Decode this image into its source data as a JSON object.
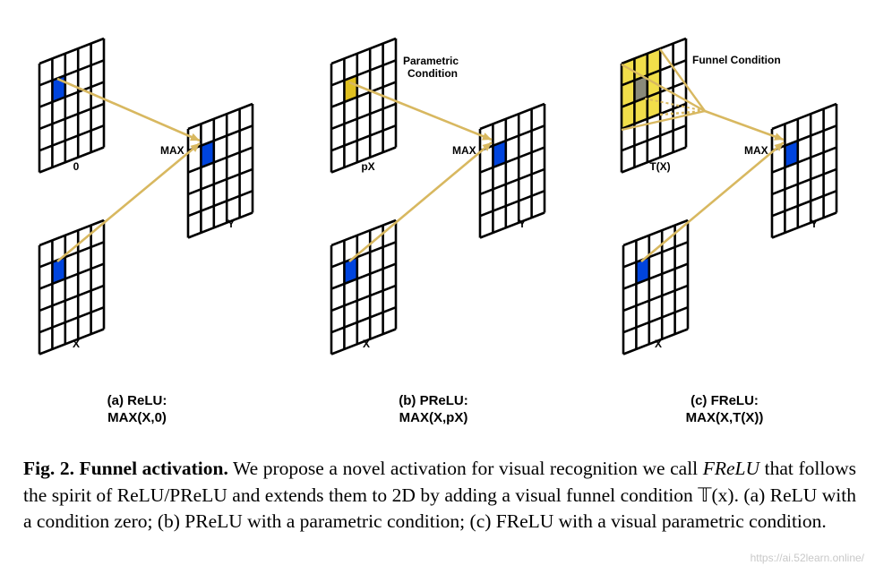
{
  "panel_a": {
    "grid_labels": [
      "0",
      "X",
      "Y"
    ],
    "max_label": "MAX",
    "subcaption": [
      "(a) ReLU:",
      "MAX(X,0)"
    ]
  },
  "panel_b": {
    "grid_labels": [
      "pX",
      "X",
      "Y"
    ],
    "max_label": "MAX",
    "condition_label": [
      "Parametric",
      "Condition"
    ],
    "subcaption": [
      "(b) PReLU:",
      "MAX(X,pX)"
    ]
  },
  "panel_c": {
    "grid_labels": [
      "T(X)",
      "X",
      "Y"
    ],
    "max_label": "MAX",
    "condition_label": "Funnel Condition",
    "subcaption": [
      "(c) FReLU:",
      "MAX(X,T(X))"
    ]
  },
  "caption": {
    "prefix": "Fig. 2. Funnel activation.",
    "text_1": " We propose a novel activation for visual recognition we call ",
    "name": "FReLU",
    "text_2": " that follows the spirit of ReLU/PReLU and extends them to 2D by adding a visual funnel condition ",
    "condition": "𝕋(x)",
    "text_3": ". (a) ReLU with a condition zero; (b) PReLU with a parametric condition; (c) FReLU with a visual parametric condition."
  },
  "watermark": "https://ai.52learn.online/",
  "colors": {
    "highlight_blue": "#0044dd",
    "param_yellow": "#e0c020",
    "arrow_gold": "#d8b860",
    "funnel_fill": "#f0dc40",
    "funnel_grey": "#8a8a7a"
  }
}
